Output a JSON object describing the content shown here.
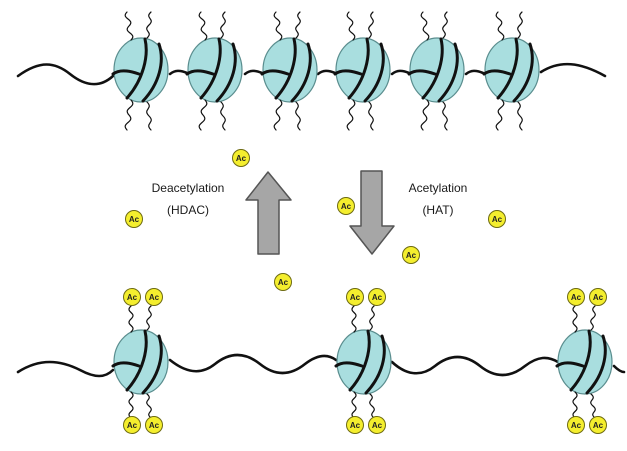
{
  "labels": {
    "deacetylation": "Deacetylation",
    "hdac": "(HDAC)",
    "acetylation": "Acetylation",
    "hat": "(HAT)"
  },
  "acetyl_tag": "Ac",
  "colors": {
    "nucleosome_fill": "#a9dedf",
    "strand": "#111111",
    "arrow_fill": "#a6a6a6",
    "arrow_stroke": "#555555",
    "acetyl_fill": "#f4ee2e",
    "acetyl_stroke": "#6d6a10"
  },
  "top_strand": {
    "state": "condensed chromatin",
    "nucleosome_count": 6,
    "acetyl_groups": 0
  },
  "bottom_strand": {
    "state": "open chromatin",
    "nucleosome_count": 3,
    "acetyl_groups_per_nucleosome": 4
  },
  "free_acetyl_groups": 6,
  "arrows": [
    {
      "direction": "up",
      "meaning": "Deacetylation (HDAC)"
    },
    {
      "direction": "down",
      "meaning": "Acetylation (HAT)"
    }
  ]
}
